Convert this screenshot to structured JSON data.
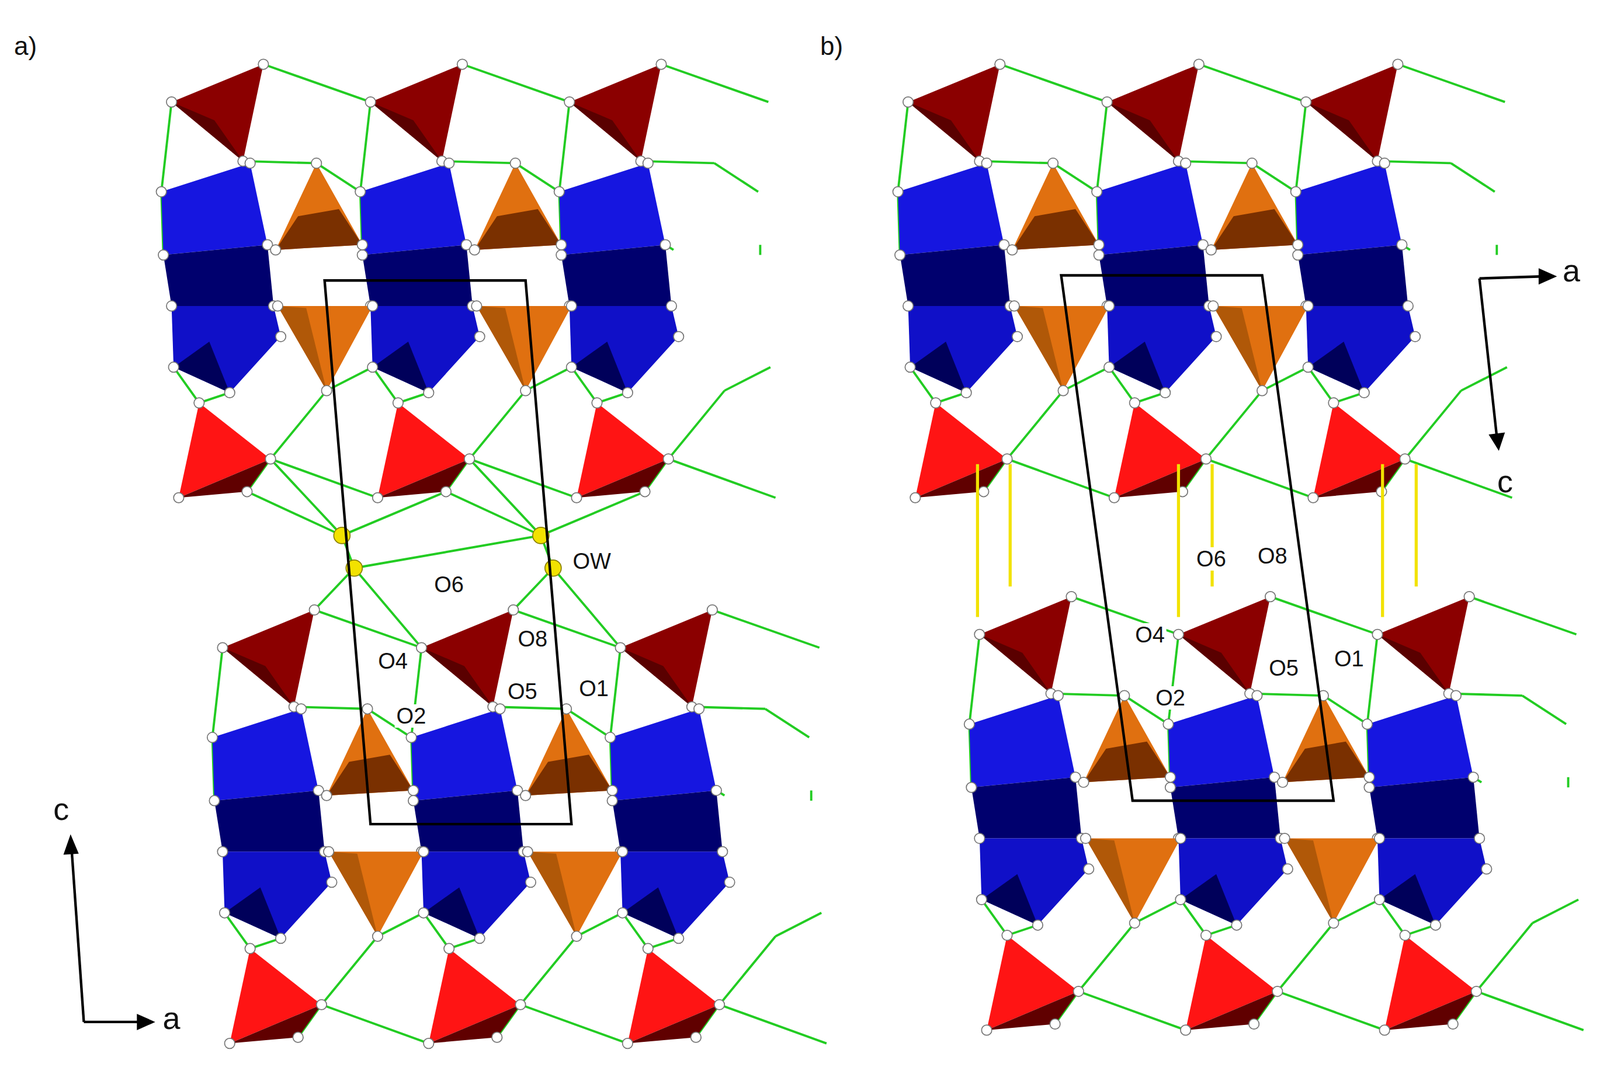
{
  "diagram": {
    "labels": [
      "a)",
      "b)",
      "O6",
      "OW",
      "O4",
      "O8",
      "O2",
      "O5",
      "O1",
      "c",
      "a",
      "a",
      "c",
      "O6",
      "O8",
      "O4",
      "O2",
      "O5",
      "O1"
    ]
  }
}
